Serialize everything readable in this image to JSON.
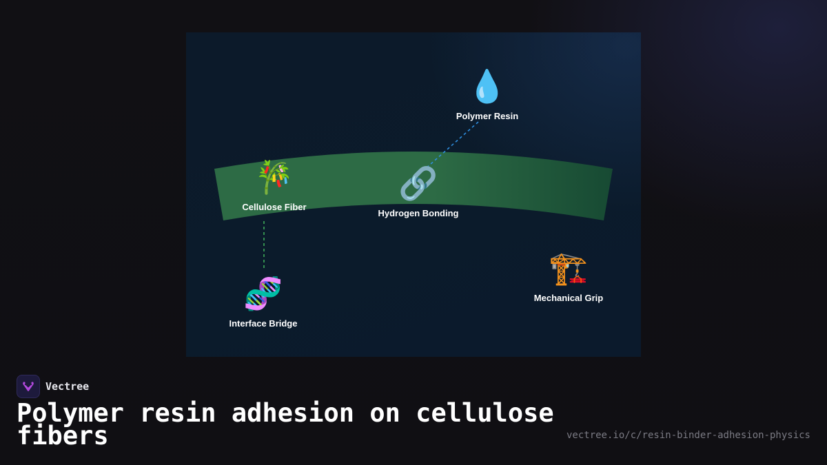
{
  "diagram": {
    "nodes": [
      {
        "id": "polymer-resin",
        "label": "Polymer Resin",
        "icon": "droplet-icon",
        "glyph": "💧"
      },
      {
        "id": "cellulose-fiber",
        "label": "Cellulose Fiber",
        "icon": "bamboo-icon",
        "glyph": "🎋"
      },
      {
        "id": "hydrogen-bonding",
        "label": "Hydrogen Bonding",
        "icon": "link-icon",
        "glyph": "🔗"
      },
      {
        "id": "interface-bridge",
        "label": "Interface Bridge",
        "icon": "dna-icon",
        "glyph": "🧬"
      },
      {
        "id": "mechanical-grip",
        "label": "Mechanical Grip",
        "icon": "crane-icon",
        "glyph": "🏗️"
      }
    ],
    "connectors": [
      {
        "from": "polymer-resin",
        "to": "hydrogen-bonding",
        "style": "dashed",
        "color": "#2f8fe0"
      },
      {
        "from": "cellulose-fiber",
        "to": "interface-bridge",
        "style": "dashed",
        "color": "#3fae5a"
      }
    ],
    "band_colors": {
      "light": "#2d6b45",
      "dark": "#174a33"
    }
  },
  "brand": {
    "name": "Vectree",
    "icon": "vectree-logo-icon",
    "accent": "#b44ae0"
  },
  "title": "Polymer resin adhesion on cellulose fibers",
  "source_url": "vectree.io/c/resin-binder-adhesion-physics"
}
